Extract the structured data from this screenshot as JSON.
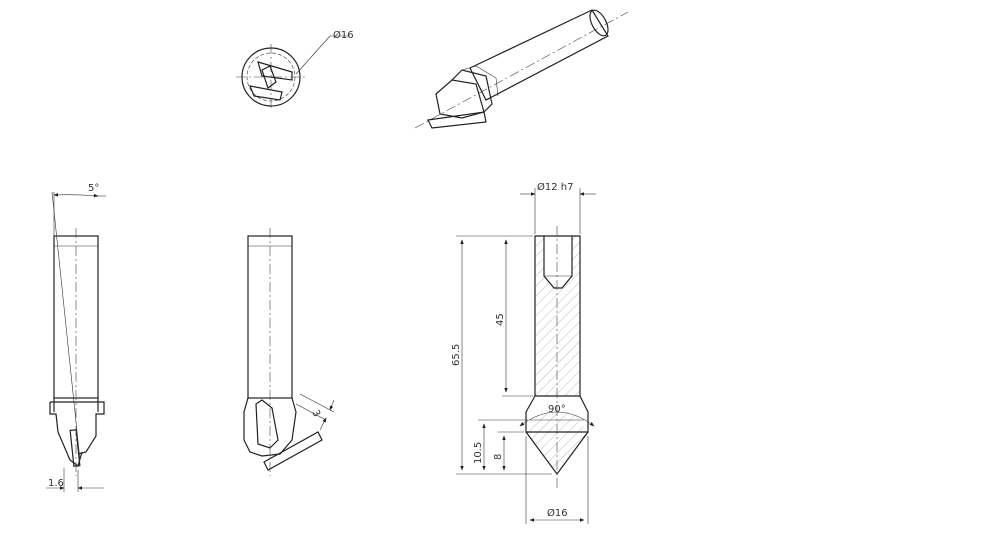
{
  "drawing": {
    "views": {
      "end_view": {
        "label": "Ø16"
      },
      "side_view_a": {
        "angle_label": "5°",
        "width_label": "1.6"
      },
      "side_view_b": {
        "width_label": "3"
      },
      "section_view": {
        "shank_dia_label": "Ø12 h7",
        "overall_length_label": "65.5",
        "shank_length_label": "45",
        "angle_label": "90°",
        "tip_height_label": "10.5",
        "cone_height_label": "8",
        "cutting_dia_label": "Ø16"
      }
    },
    "colors": {
      "line": "#222222",
      "hatch": "#777777",
      "background": "#ffffff"
    }
  }
}
